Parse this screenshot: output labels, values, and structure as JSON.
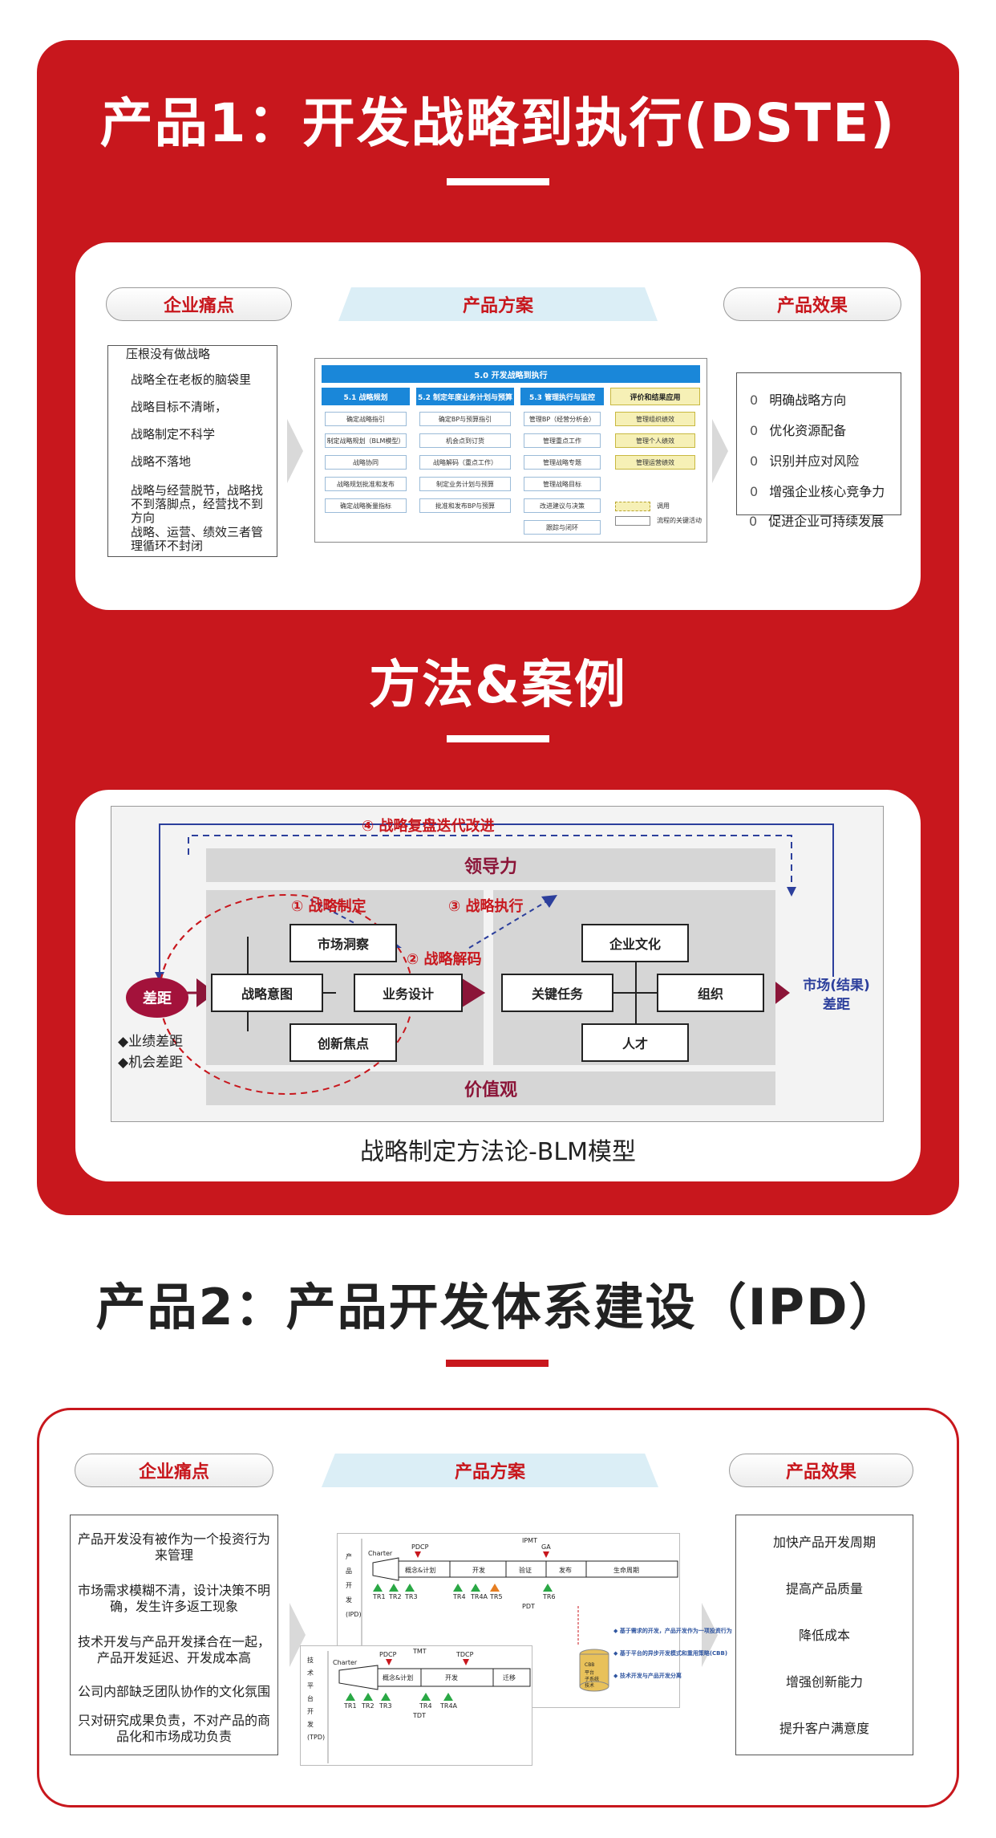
{
  "section1": {
    "title": "产品1：开发战略到执行(DSTE)",
    "pain": {
      "header": "企业痛点",
      "items": [
        "压根没有做战略",
        "战略全在老板的脑袋里",
        "战略目标不清晰，",
        "战略制定不科学",
        "战略不落地",
        "战略与经营脱节，战略找不到落脚点，经营找不到方向",
        "战略、运营、绩效三者管理循环不封闭"
      ]
    },
    "solution": {
      "header": "产品方案",
      "table_title": "5.0 开发战略到执行",
      "columns": [
        {
          "title": "5.1 战略规划",
          "cells": [
            "确定战略指引",
            "制定战略规划（BLM模型）",
            "战略协同",
            "战略规划批准和发布",
            "确定战略衡量指标"
          ]
        },
        {
          "title": "5.2 制定年度业务计划与预算",
          "cells": [
            "确定BP与预算指引",
            "机会点到订货",
            "战略解码（重点工作）",
            "制定业务计划与预算",
            "批准和发布BP与预算"
          ]
        },
        {
          "title": "5.3 管理执行与监控",
          "cells": [
            "管理BP（经营分析会）",
            "管理重点工作",
            "管理战略专题",
            "管理战略目标",
            "改进建议与决策",
            "跟踪与闭环"
          ]
        },
        {
          "title": "评价和结果应用",
          "cells": [
            "管理组织绩效",
            "管理个人绩效",
            "管理运营绩效"
          ]
        }
      ],
      "legend": [
        "调用",
        "流程的关键活动"
      ]
    },
    "effect": {
      "header": "产品效果",
      "marker": "0",
      "items": [
        "明确战略方向",
        "优化资源配备",
        "识别并应对风险",
        "增强企业核心竞争力",
        "促进企业可持续发展"
      ]
    }
  },
  "section_methods": {
    "title": "方法&案例",
    "blm": {
      "top_label": "④ 战略复盘迭代改进",
      "leadership": "领导力",
      "values": "价值观",
      "formulation": "① 战略制定",
      "decoding": "② 战略解码",
      "execution": "③ 战略执行",
      "left_boxes": [
        "市场洞察",
        "战略意图",
        "业务设计",
        "创新焦点"
      ],
      "right_boxes": [
        "企业文化",
        "关键任务",
        "组织",
        "人才"
      ],
      "gap": "差距",
      "gap_items": [
        "◆业绩差距",
        "◆机会差距"
      ],
      "market_result": "市场(结果)",
      "market_gap": "差距"
    },
    "caption": "战略制定方法论-BLM模型"
  },
  "section2": {
    "title": "产品2：产品开发体系建设（IPD）",
    "pain": {
      "header": "企业痛点",
      "items": [
        "产品开发没有被作为一个投资行为来管理",
        "市场需求模糊不清，设计决策不明确，发生许多返工现象",
        "技术开发与产品开发揉合在一起，产品开发延迟、开发成本高",
        "公司内部缺乏团队协作的文化氛围",
        "只对研究成果负责，不对产品的商品化和市场成功负责"
      ]
    },
    "solution": {
      "header": "产品方案",
      "ipd": {
        "side_label": [
          "产",
          "品",
          "开",
          "发",
          "(IPD)"
        ],
        "top": "IPMT",
        "charter": "Charter",
        "phases": [
          "概念&计划",
          "开发",
          "验证",
          "发布",
          "生命周期"
        ],
        "dcps": [
          "PDCP",
          "GA"
        ],
        "trs": [
          "TR1",
          "TR2",
          "TR3",
          "TR4",
          "TR4A",
          "TR5",
          "TR6"
        ],
        "bottom": "PDT"
      },
      "tpd": {
        "side_label": [
          "技",
          "术",
          "平",
          "台",
          "开",
          "发",
          "(TPD)"
        ],
        "top": "TMT",
        "charter": "Charter",
        "phases": [
          "概念&计划",
          "开发",
          "迁移"
        ],
        "dcps": [
          "PDCP",
          "TDCP"
        ],
        "trs": [
          "TR1",
          "TR2",
          "TR3",
          "TR4",
          "TR4A"
        ],
        "bottom": "TDT"
      },
      "cbb": [
        "CBB",
        "平台",
        "子系统",
        "技术"
      ],
      "notes": [
        "◆ 基于需求的开发，产品开发作为一项投资行为",
        "◆ 基于平台的异步开发模式和重用策略(CBB)",
        "◆ 技术开发与产品开发分离"
      ]
    },
    "effect": {
      "header": "产品效果",
      "items": [
        "加快产品开发周期",
        "提高产品质量",
        "降低成本",
        "增强创新能力",
        "提升客户满意度"
      ]
    }
  }
}
